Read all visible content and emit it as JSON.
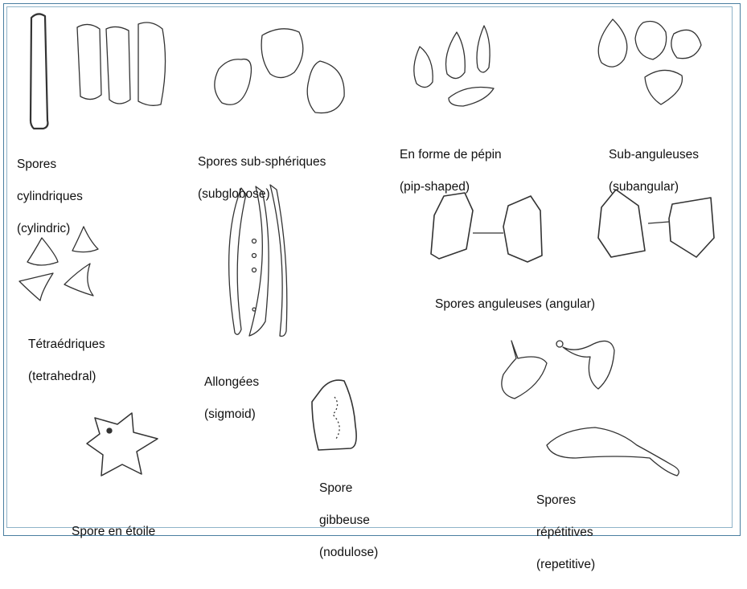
{
  "labels": {
    "cylindric": [
      "Spores",
      "cylindriques",
      "(cylindric)"
    ],
    "subglobose": [
      "Spores sub-sphériques",
      "(subglobose)"
    ],
    "pip": [
      "En forme de pépin",
      "(pip-shaped)"
    ],
    "subangular": [
      "Sub-anguleuses",
      "(subangular)"
    ],
    "angular": [
      "Spores anguleuses (angular)"
    ],
    "tetrahedral": [
      "Tétraédriques",
      "(tetrahedral)"
    ],
    "sigmoid": [
      "Allongées",
      "(sigmoid)"
    ],
    "nodulose": [
      "Spore",
      "gibbeuse",
      "(nodulose)"
    ],
    "star": [
      "Spore en étoile"
    ],
    "repetitive": [
      "Spores",
      "répétitives",
      "(repetitive)"
    ]
  },
  "colors": {
    "frame": "#4a7ea0",
    "ink": "#333333"
  }
}
